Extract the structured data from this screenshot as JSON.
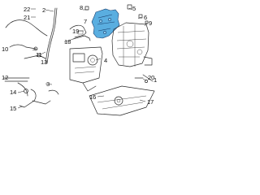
{
  "diagram": {
    "callouts": [
      {
        "id": "c1",
        "label": "1"
      },
      {
        "id": "c2",
        "label": "2"
      },
      {
        "id": "c3",
        "label": "3"
      },
      {
        "id": "c4",
        "label": "4"
      },
      {
        "id": "c5",
        "label": "5"
      },
      {
        "id": "c6",
        "label": "6"
      },
      {
        "id": "c7",
        "label": "7"
      },
      {
        "id": "c8",
        "label": "8"
      },
      {
        "id": "c9",
        "label": "9"
      },
      {
        "id": "c10",
        "label": "10"
      },
      {
        "id": "c11",
        "label": "11"
      },
      {
        "id": "c12",
        "label": "12"
      },
      {
        "id": "c13",
        "label": "13"
      },
      {
        "id": "c14",
        "label": "14"
      },
      {
        "id": "c15",
        "label": "15"
      },
      {
        "id": "c16",
        "label": "16"
      },
      {
        "id": "c17",
        "label": "17"
      },
      {
        "id": "c18",
        "label": "18"
      },
      {
        "id": "c19",
        "label": "19"
      },
      {
        "id": "c20",
        "label": "20"
      },
      {
        "id": "c21",
        "label": "21"
      },
      {
        "id": "c22",
        "label": "22"
      }
    ],
    "colors": {
      "highlight_fill": "#5aaee0",
      "highlight_stroke": "#1a3f6e",
      "line": "#2a2a2a",
      "background": "#ffffff"
    }
  }
}
